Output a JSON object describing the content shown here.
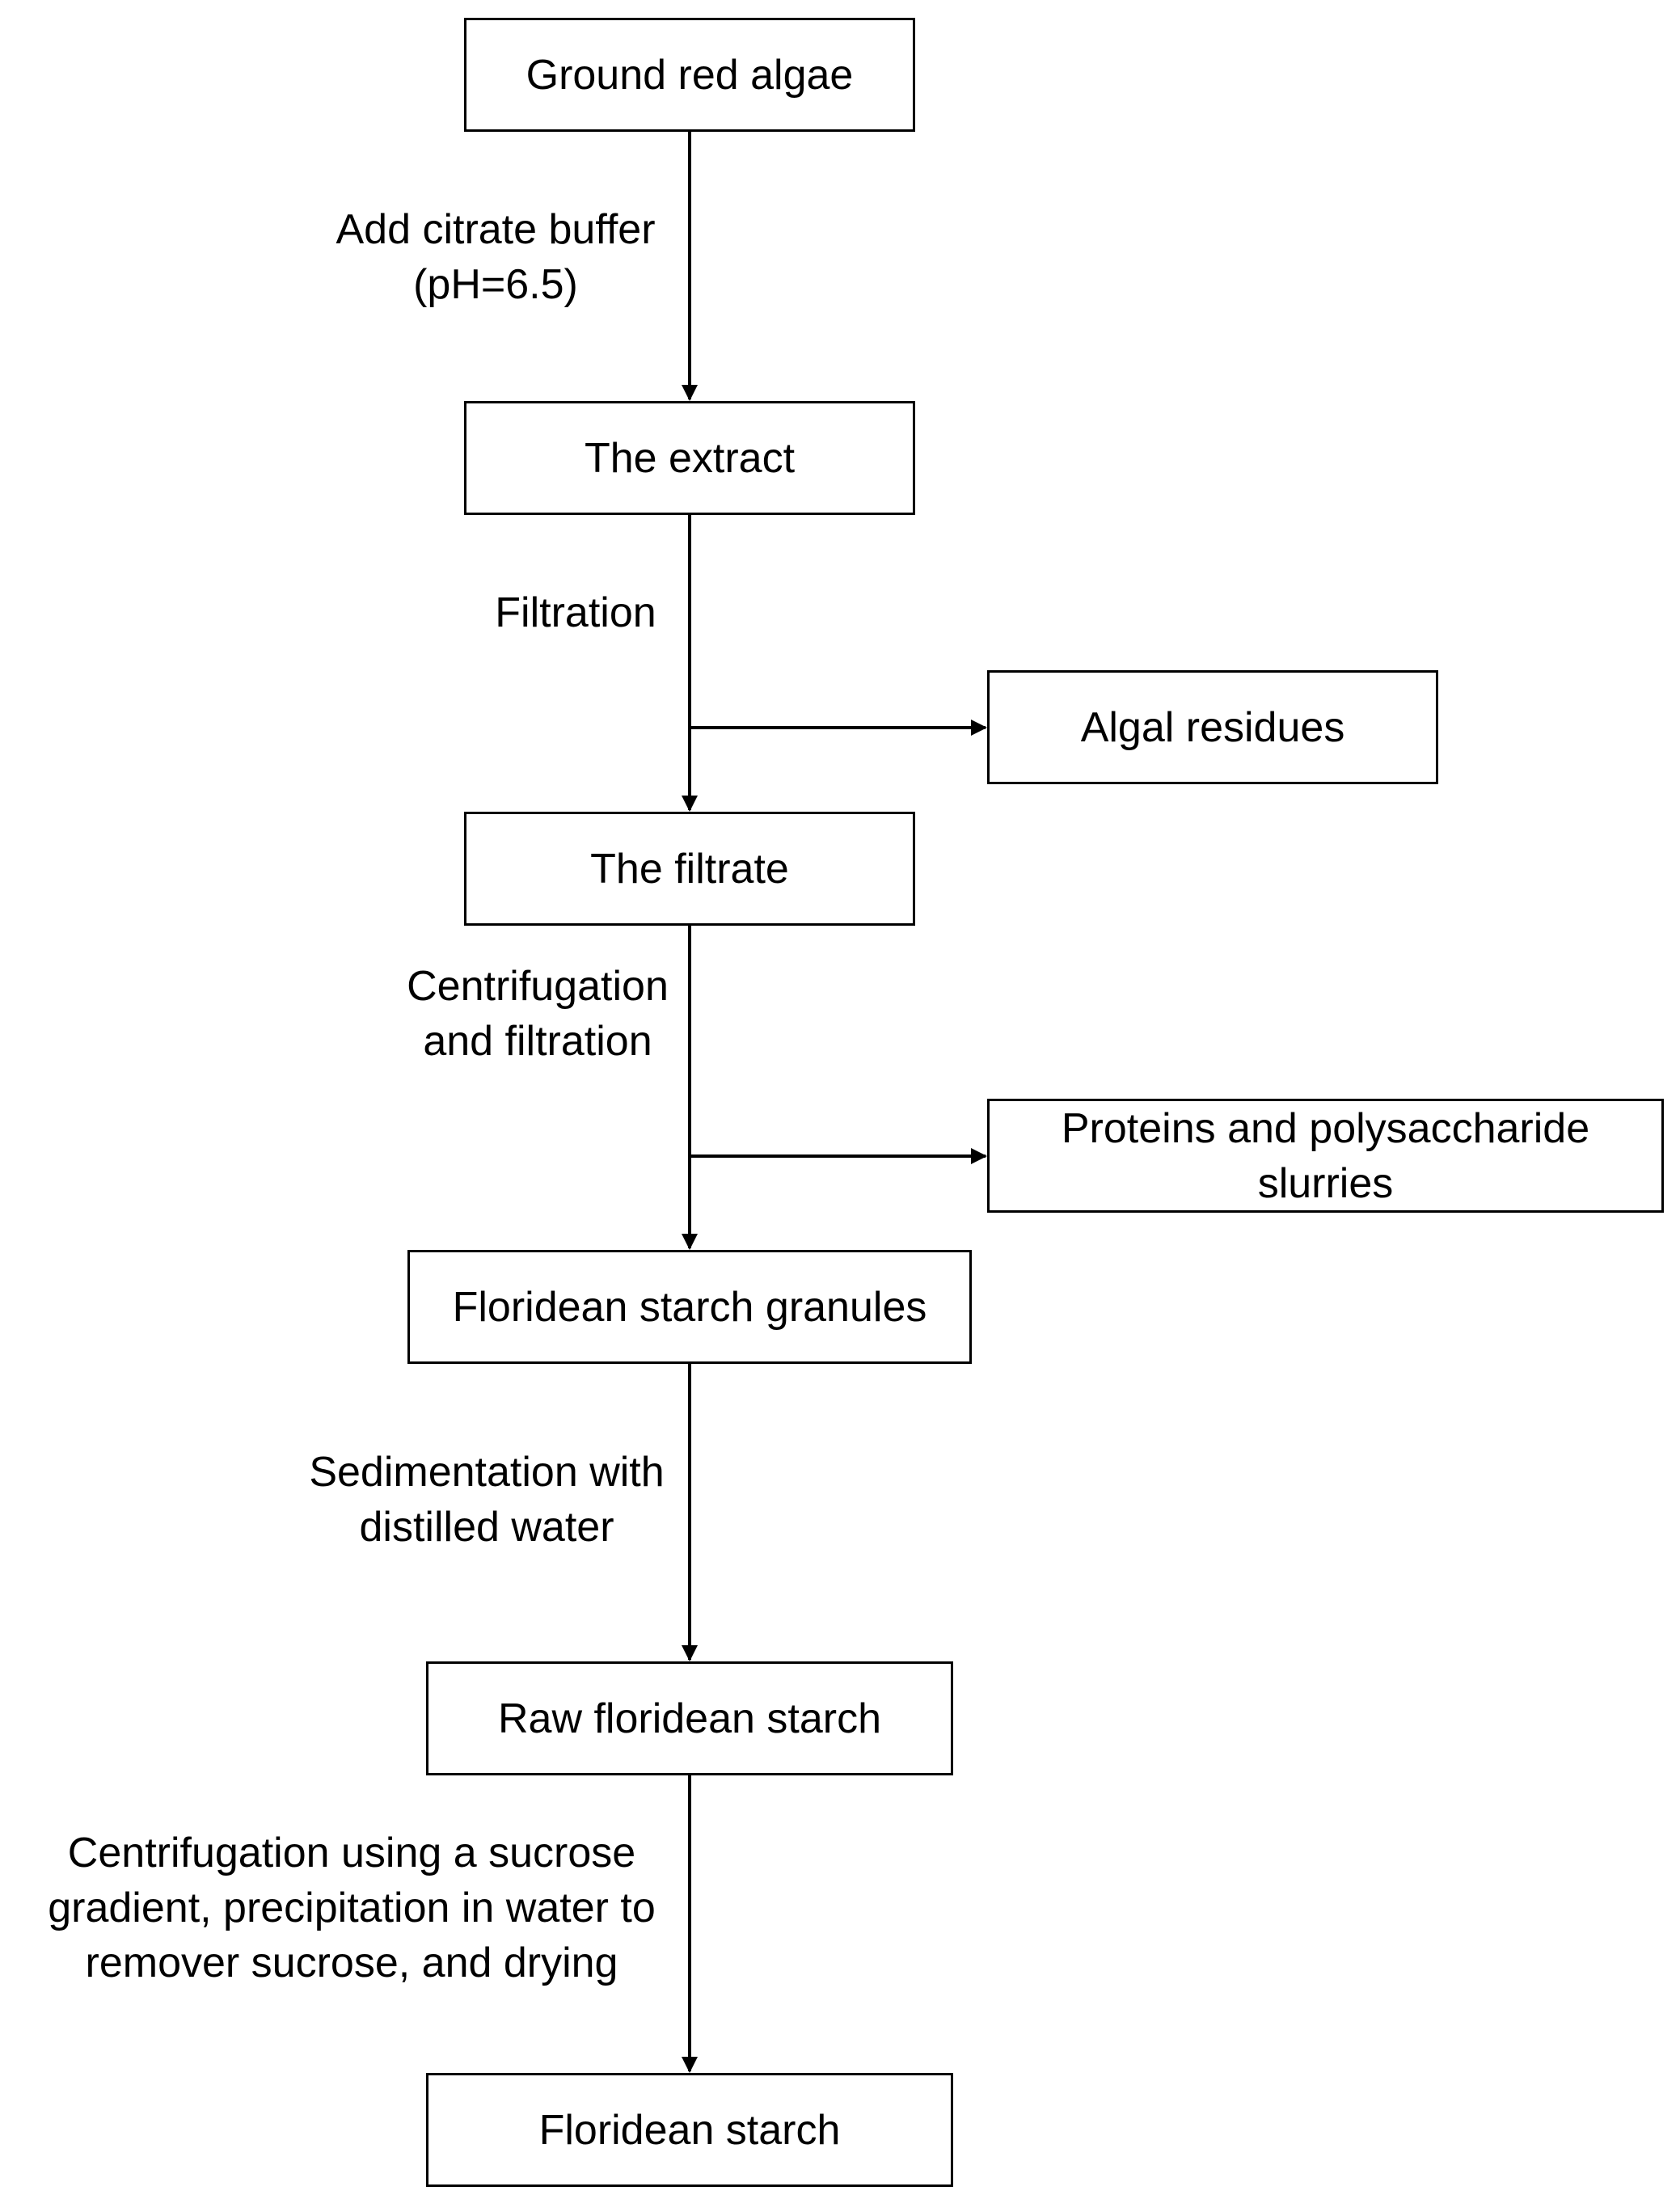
{
  "flowchart": {
    "nodes": [
      {
        "id": "ground_red_algae",
        "text": "Ground red algae"
      },
      {
        "id": "the_extract",
        "text": "The extract"
      },
      {
        "id": "algal_residues",
        "text": "Algal residues"
      },
      {
        "id": "the_filtrate",
        "text": "The filtrate"
      },
      {
        "id": "proteins_slurries",
        "text": "Proteins and polysaccharide slurries"
      },
      {
        "id": "floridean_starch_granules",
        "text": "Floridean starch granules"
      },
      {
        "id": "raw_floridean_starch",
        "text": "Raw floridean starch"
      },
      {
        "id": "floridean_starch",
        "text": "Floridean starch"
      }
    ],
    "steps": [
      {
        "from": "ground_red_algae",
        "to": "the_extract",
        "label": "Add citrate buffer\n(pH=6.5)"
      },
      {
        "from": "the_extract",
        "to": "the_filtrate",
        "label": "Filtration",
        "side_output": "algal_residues"
      },
      {
        "from": "the_filtrate",
        "to": "floridean_starch_granules",
        "label": "Centrifugation\nand filtration",
        "side_output": "proteins_slurries"
      },
      {
        "from": "floridean_starch_granules",
        "to": "raw_floridean_starch",
        "label": "Sedimentation with\ndistilled water"
      },
      {
        "from": "raw_floridean_starch",
        "to": "floridean_starch",
        "label": "Centrifugation using a sucrose\ngradient, precipitation in water to\nremover sucrose, and drying"
      }
    ]
  }
}
